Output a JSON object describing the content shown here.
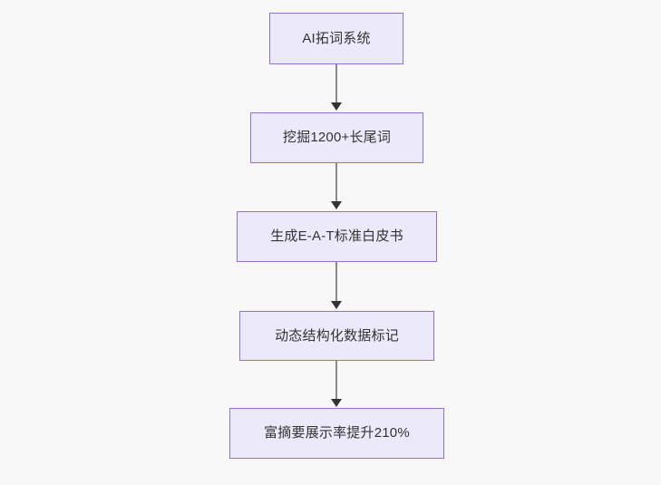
{
  "diagram": {
    "type": "flowchart",
    "direction": "top-to-bottom",
    "background_color": "#f8f8f8",
    "node_fill_color": "#ece9fb",
    "node_border_color": "#9471c9",
    "node_text_color": "#333333",
    "edge_color": "#8a8a8a",
    "arrowhead_color": "#333333",
    "nodes": [
      {
        "id": "n1",
        "label": "AI拓词系统"
      },
      {
        "id": "n2",
        "label": "挖掘1200+长尾词"
      },
      {
        "id": "n3",
        "label": "生成E-A-T标准白皮书"
      },
      {
        "id": "n4",
        "label": "动态结构化数据标记"
      },
      {
        "id": "n5",
        "label": "富摘要展示率提升210%"
      }
    ],
    "edges": [
      {
        "from": "n1",
        "to": "n2"
      },
      {
        "from": "n2",
        "to": "n3"
      },
      {
        "from": "n3",
        "to": "n4"
      },
      {
        "from": "n4",
        "to": "n5"
      }
    ]
  }
}
